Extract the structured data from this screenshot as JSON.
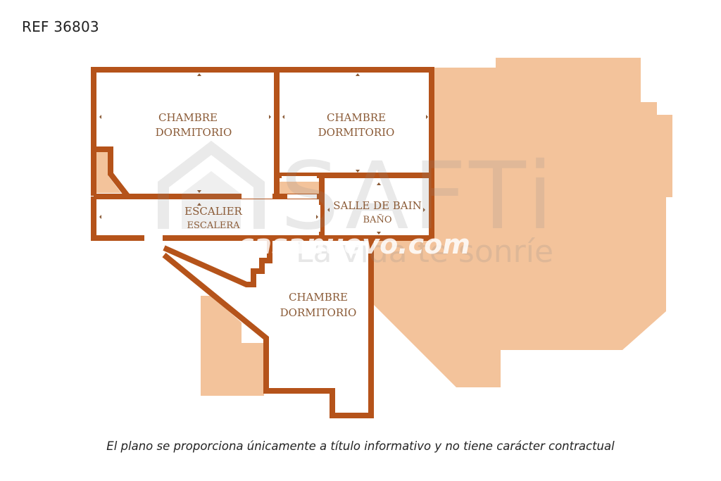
{
  "header": {
    "reference": "REF 36803"
  },
  "floor_plan": {
    "colors": {
      "wall": "#b5531a",
      "exterior_area": "#f3c39b",
      "room_fill": "#ffffff",
      "label": "#8a5a36"
    },
    "rooms": [
      {
        "id": "bedroom-1",
        "label_fr": "CHAMBRE",
        "label_es": "DORMITORIO"
      },
      {
        "id": "bedroom-2",
        "label_fr": "CHAMBRE",
        "label_es": "DORMITORIO"
      },
      {
        "id": "stairs",
        "label_fr": "ESCALIER",
        "label_es": "ESCALERA"
      },
      {
        "id": "bathroom",
        "label_fr": "SALLE DE BAIN",
        "label_es": "BAÑO"
      },
      {
        "id": "bedroom-3",
        "label_fr": "CHAMBRE",
        "label_es": "DORMITORIO"
      }
    ]
  },
  "watermarks": {
    "brand": "SAFTi",
    "tagline": "La vida te sonríe",
    "portal": "casanuevo.com"
  },
  "footer": {
    "disclaimer": "El plano se proporciona únicamente a título informativo y no tiene carácter contractual"
  }
}
